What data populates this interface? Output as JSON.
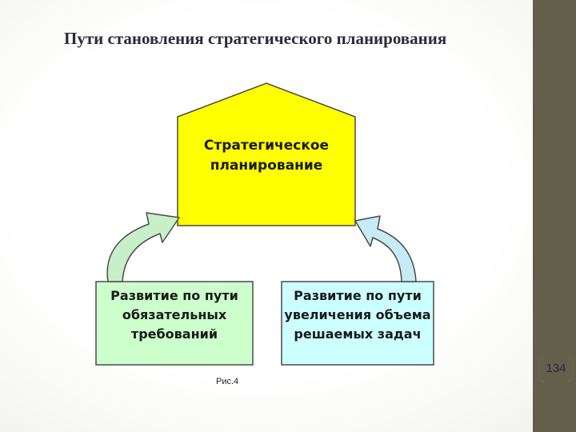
{
  "slide": {
    "title": "Пути становления стратегического планирования",
    "page_number": "134"
  },
  "diagram": {
    "top_box": {
      "line1": "Стратегическое",
      "line2": "планирование"
    },
    "left_box": {
      "line1": "Развитие по пути",
      "line2": "обязательных",
      "line3": "требований"
    },
    "right_box": {
      "line1": "Развитие по пути",
      "line2": "увеличения объема",
      "line3": "решаемых задач"
    },
    "caption": "Рис.4"
  },
  "colors": {
    "top_fill": "#ffff00",
    "left_fill": "#ccffcc",
    "right_fill": "#ccffff",
    "left_arrow": "#c8f0c8",
    "right_arrow": "#c6ebf5",
    "sidebar": "#635f4a"
  }
}
